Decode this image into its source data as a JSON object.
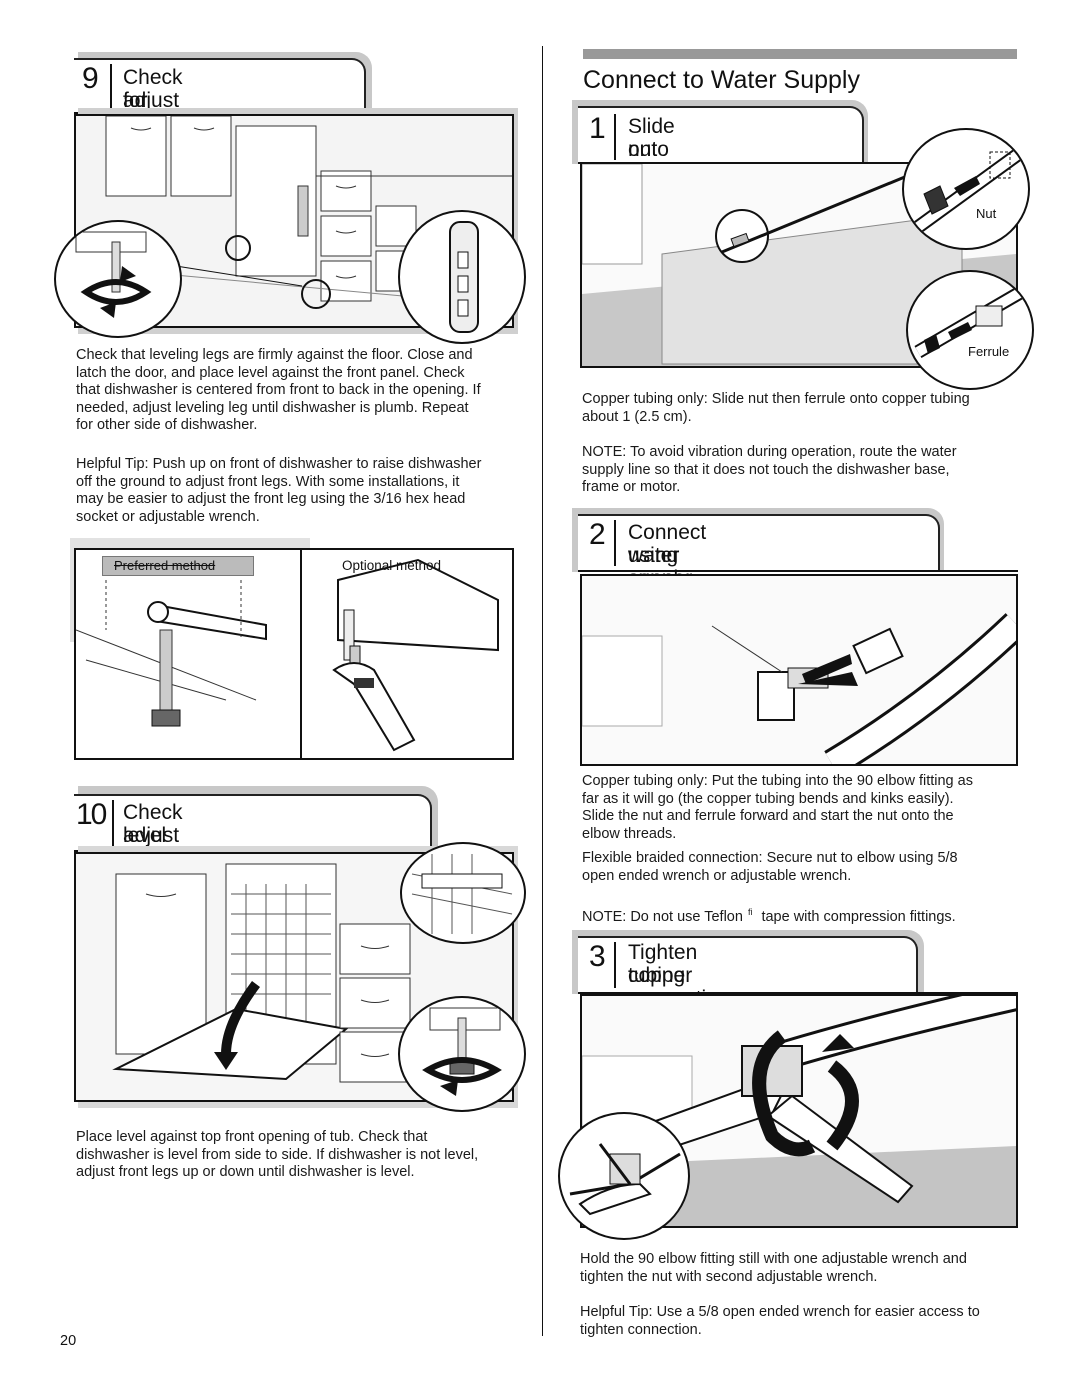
{
  "page_number": "20",
  "left": {
    "step9": {
      "number": "9",
      "title_line1": "Check for plumb and",
      "title_line2": "adjust legs if needed",
      "body": "Check that leveling legs are firmly against the floor. Close and latch the door, and place level against the front panel. Check that dishwasher is centered from front to back in the opening. If needed, adjust leveling leg until dishwasher is plumb. Repeat for other side of dishwasher.",
      "tip": "Helpful Tip:  Push up on front of dishwasher to raise dishwasher off the ground to adjust front legs. With some installations, it may be easier to adjust the front leg using the 3/16    hex head socket or adjustable wrench.",
      "preferred_label": "Preferred method",
      "optional_label": "Optional method"
    },
    "step10": {
      "number": "10",
      "title_line1": "Check level side to side and",
      "title_line2": "adjust legs if needed",
      "body": "Place level against top front opening of tub. Check that dishwasher is level from side to side. If dishwasher is not level, adjust front legs up or down until dishwasher is level."
    }
  },
  "right": {
    "section_title": "Connect to Water Supply",
    "step1": {
      "number": "1",
      "title_line1": "Slide nut and ferrule",
      "title_line2": "onto tubing",
      "nut_label": "Nut",
      "ferrule_label": "Ferrule",
      "body": "Copper tubing only: Slide nut then ferrule onto copper tubing about 1     (2.5 cm).",
      "note": "NOTE: To avoid vibration during operation, route the water supply line so that it does not touch the dishwasher base, frame or motor."
    },
    "step2": {
      "number": "2",
      "title_line1": "Connect water supply",
      "title_line2": "using copper or flexible line",
      "body": "Copper tubing only: Put the tubing into the 90       elbow fitting as far as it will go (the copper tubing bends and kinks easily). Slide the nut and ferrule forward and start the nut onto the elbow threads.",
      "flex": "Flexible braided connection: Secure nut to elbow using 5/8   open ended wrench or adjustable wrench.",
      "note_prefix": "NOTE: Do not use Teflon",
      "note_mark": "fi",
      "note_suffix": " tape with compression fittings."
    },
    "step3": {
      "number": "3",
      "title_line1": "Tighten copper or braided",
      "title_line2": "tubing connection",
      "body": "Hold the 90   elbow fitting still with one adjustable wrench and tighten the nut with second adjustable wrench.",
      "tip": "Helpful Tip:  Use a 5/8   open ended wrench for easier access to tighten connection."
    }
  }
}
